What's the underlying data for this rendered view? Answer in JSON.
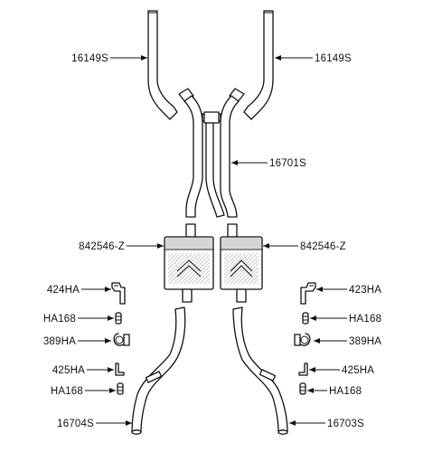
{
  "diagram": {
    "labels": {
      "headpipe_left": "16149S",
      "headpipe_right": "16149S",
      "crossover": "16701S",
      "muffler_left": "842546-Z",
      "muffler_right": "842546-Z",
      "hanger_left": "424HA",
      "hanger_right": "423HA",
      "insulator_left_top": "HA168",
      "insulator_right_top": "HA168",
      "clamp_left": "389HA",
      "clamp_right": "389HA",
      "bracket_left": "425HA",
      "bracket_right": "425HA",
      "insulator_left_bottom": "HA168",
      "insulator_right_bottom": "HA168",
      "tailpipe_left": "16704S",
      "tailpipe_right": "16703S"
    }
  }
}
